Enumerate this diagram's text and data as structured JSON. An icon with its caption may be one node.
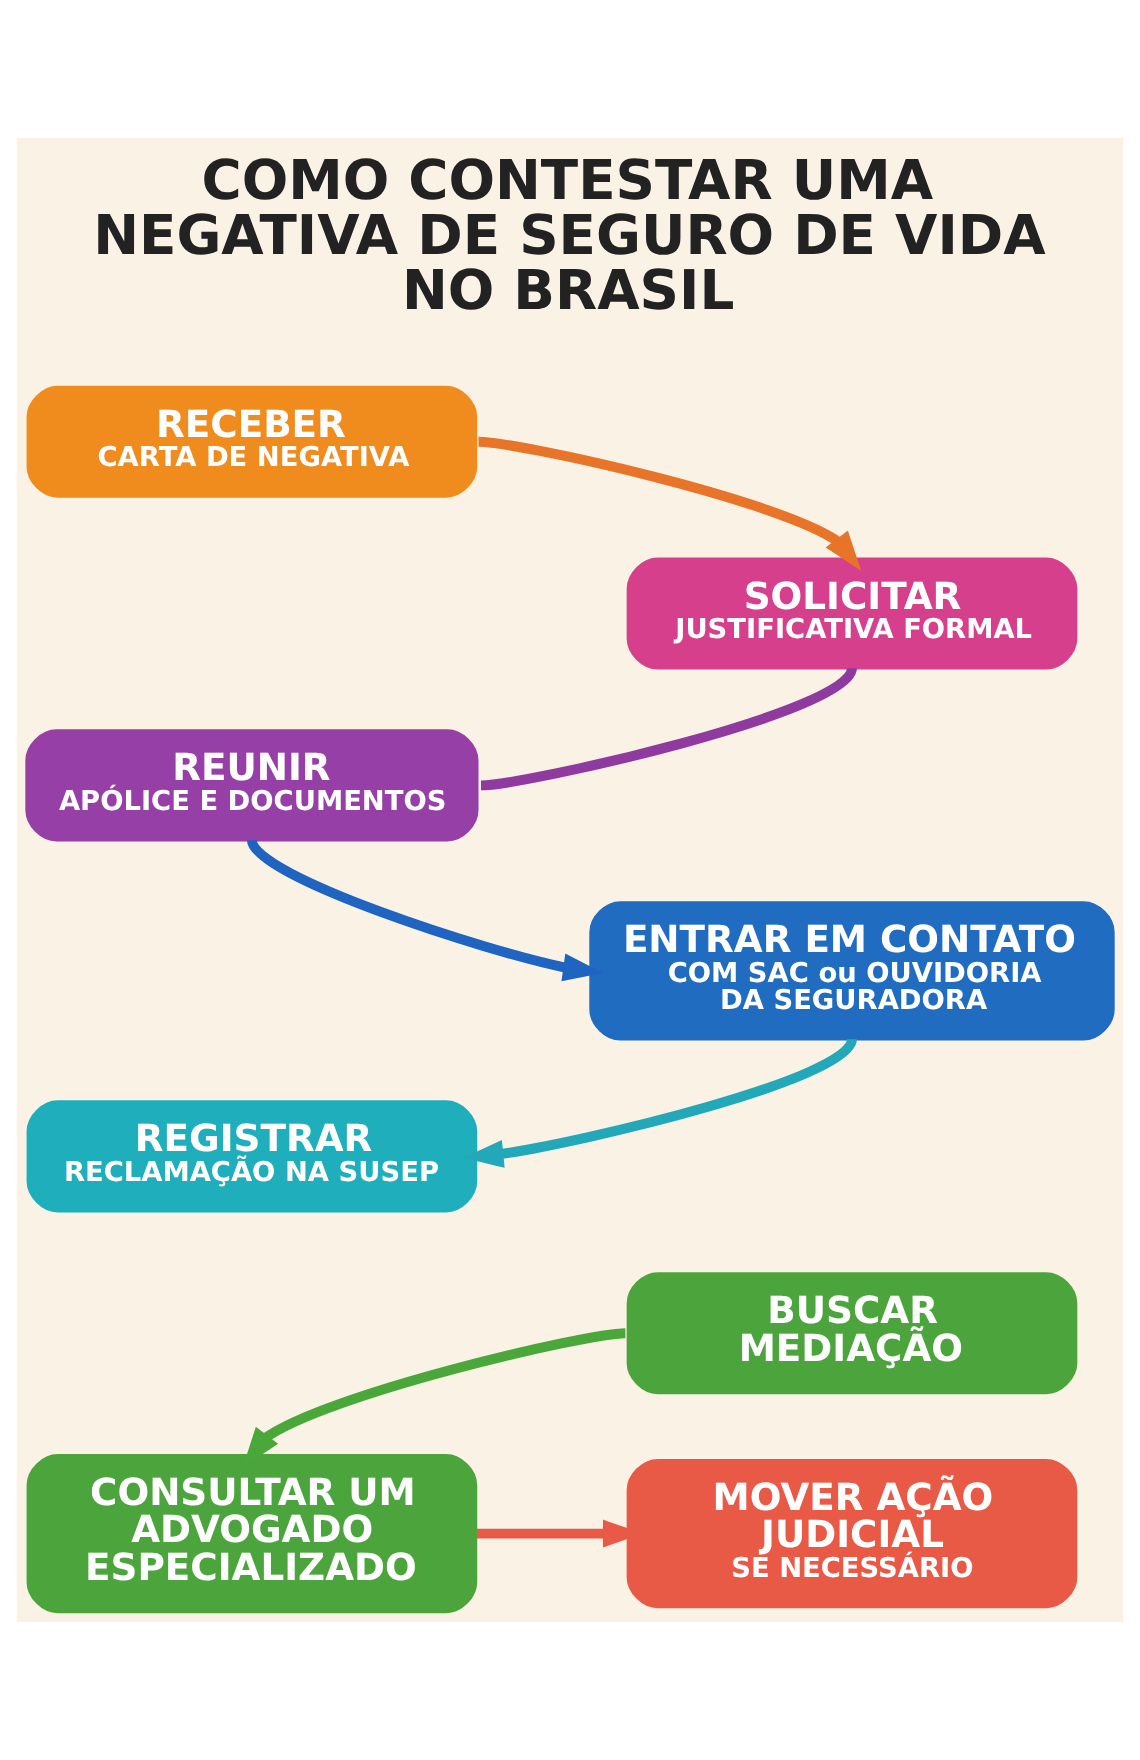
{
  "diagram": {
    "title": "COMO CONTESTAR UMA NEGATIVA DE SEGURO DE VIDA NO BRASIL",
    "nodes": [
      {
        "text": [
          "RECEBER",
          "CARTA DE NEGATIVA"
        ]
      },
      {
        "text": [
          "SOLICITAR",
          "JUSTIFICATIVA FORMAL"
        ]
      },
      {
        "text": [
          "REUNIR",
          "APÓLICE E DOCUMENTOS"
        ]
      },
      {
        "text": [
          "ENTRAR EM CONTATO",
          "COM SAC ou OUVIDORIA DA SEGURADORA"
        ]
      },
      {
        "text": [
          "REGISTRAR",
          "RECLAMAÇÃO NA SUSEP"
        ]
      },
      {
        "text": [
          "BUSCAR MEDIAÇÃO"
        ]
      },
      {
        "text": [
          "CONSULTAR UM ADVOGADO ESPECIALIZADO"
        ]
      },
      {
        "text": [
          "MOVER AÇÃO JUDICIAL",
          "SE NECESSÁRIO"
        ]
      }
    ],
    "edges": [
      {
        "from": 0,
        "to": 1,
        "arrow": "to",
        "color": "#e8742a"
      },
      {
        "from": 1,
        "to": 2,
        "arrow": "none",
        "color": "#8e3a9e"
      },
      {
        "from": 2,
        "to": 3,
        "arrow": "to",
        "color": "#1e64c0"
      },
      {
        "from": 3,
        "to": 4,
        "arrow": "to",
        "color": "#22a8b8"
      },
      {
        "from": 5,
        "to": 6,
        "arrow": "to",
        "color": "#4aa83a"
      },
      {
        "from": 6,
        "to": 7,
        "arrow": "to",
        "color": "#e85a45"
      }
    ]
  }
}
